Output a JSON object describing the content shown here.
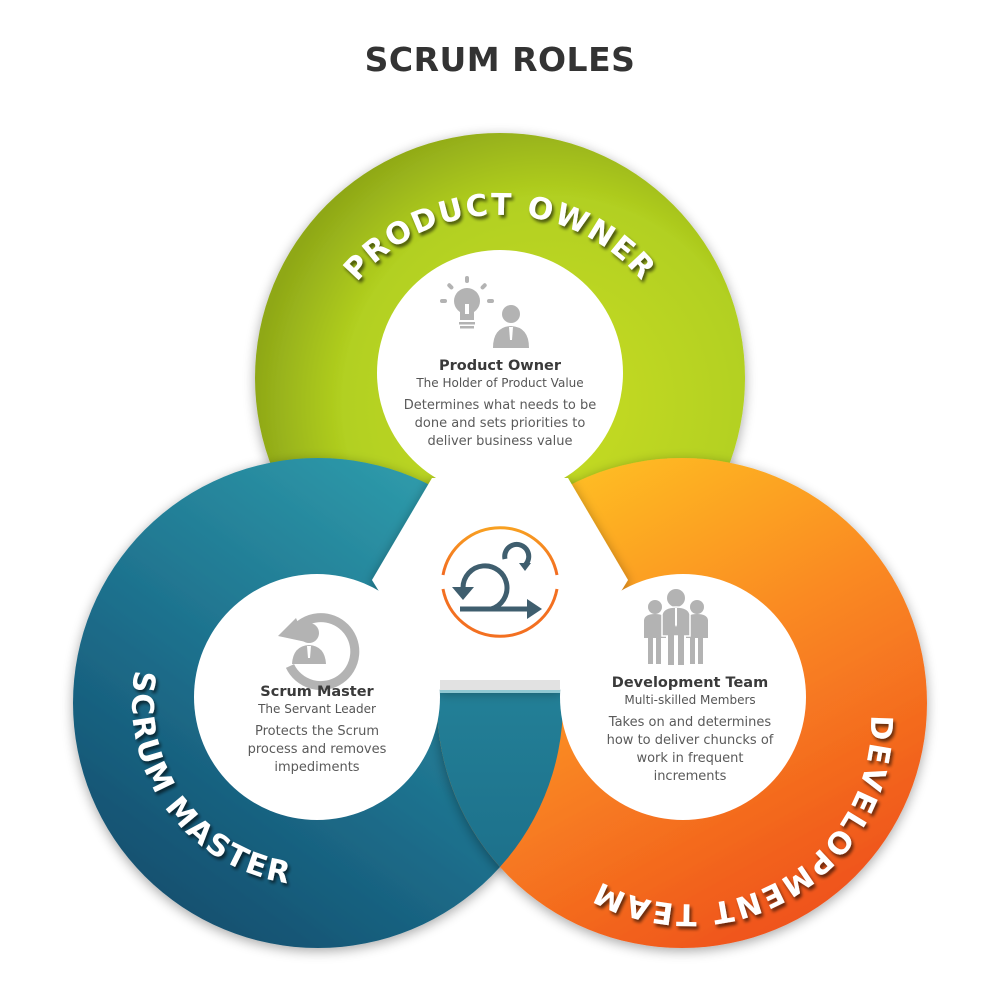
{
  "title": "SCRUM ROLES",
  "colors": {
    "product_owner": "#A8C81E",
    "scrum_master": "#1E7490",
    "development_team": "#F57A1E",
    "icon_gray": "#B3B3B3",
    "scrum_icon_arrows": "#3F5E6E",
    "scrum_icon_ring": "#F58220"
  },
  "roles": [
    {
      "ring_label": "PRODUCT OWNER",
      "name": "Product Owner",
      "subtitle": "The Holder of Product Value",
      "description": "Determines what needs to be done and sets priorities to deliver business value",
      "icon": "lightbulb-person-icon"
    },
    {
      "ring_label": "SCRUM MASTER",
      "name": "Scrum Master",
      "subtitle": "The Servant Leader",
      "description": "Protects the Scrum process and removes impediments",
      "icon": "person-cycle-icon"
    },
    {
      "ring_label": "DEVELOPMENT TEAM",
      "name": "Development Team",
      "subtitle": "Multi-skilled Members",
      "description": "Takes on and determines how to deliver chuncks of work in frequent increments",
      "icon": "team-icon"
    }
  ],
  "center_icon": "scrum-cycle-icon"
}
